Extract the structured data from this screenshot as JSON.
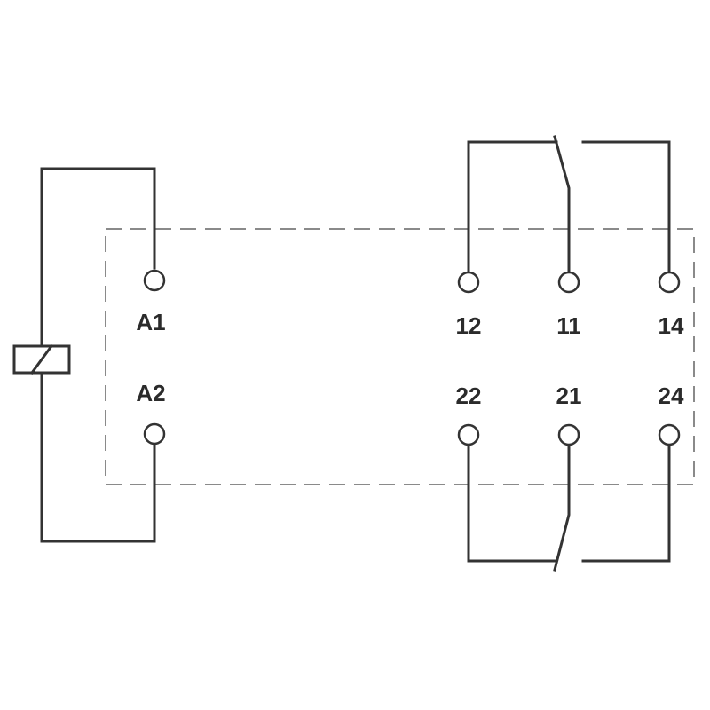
{
  "terminals": {
    "a1": "A1",
    "a2": "A2",
    "t12": "12",
    "t11": "11",
    "t14": "14",
    "t22": "22",
    "t21": "21",
    "t24": "24"
  },
  "colors": {
    "line": "#333333",
    "dashed_border": "#8a8a8a",
    "background": "#ffffff"
  }
}
